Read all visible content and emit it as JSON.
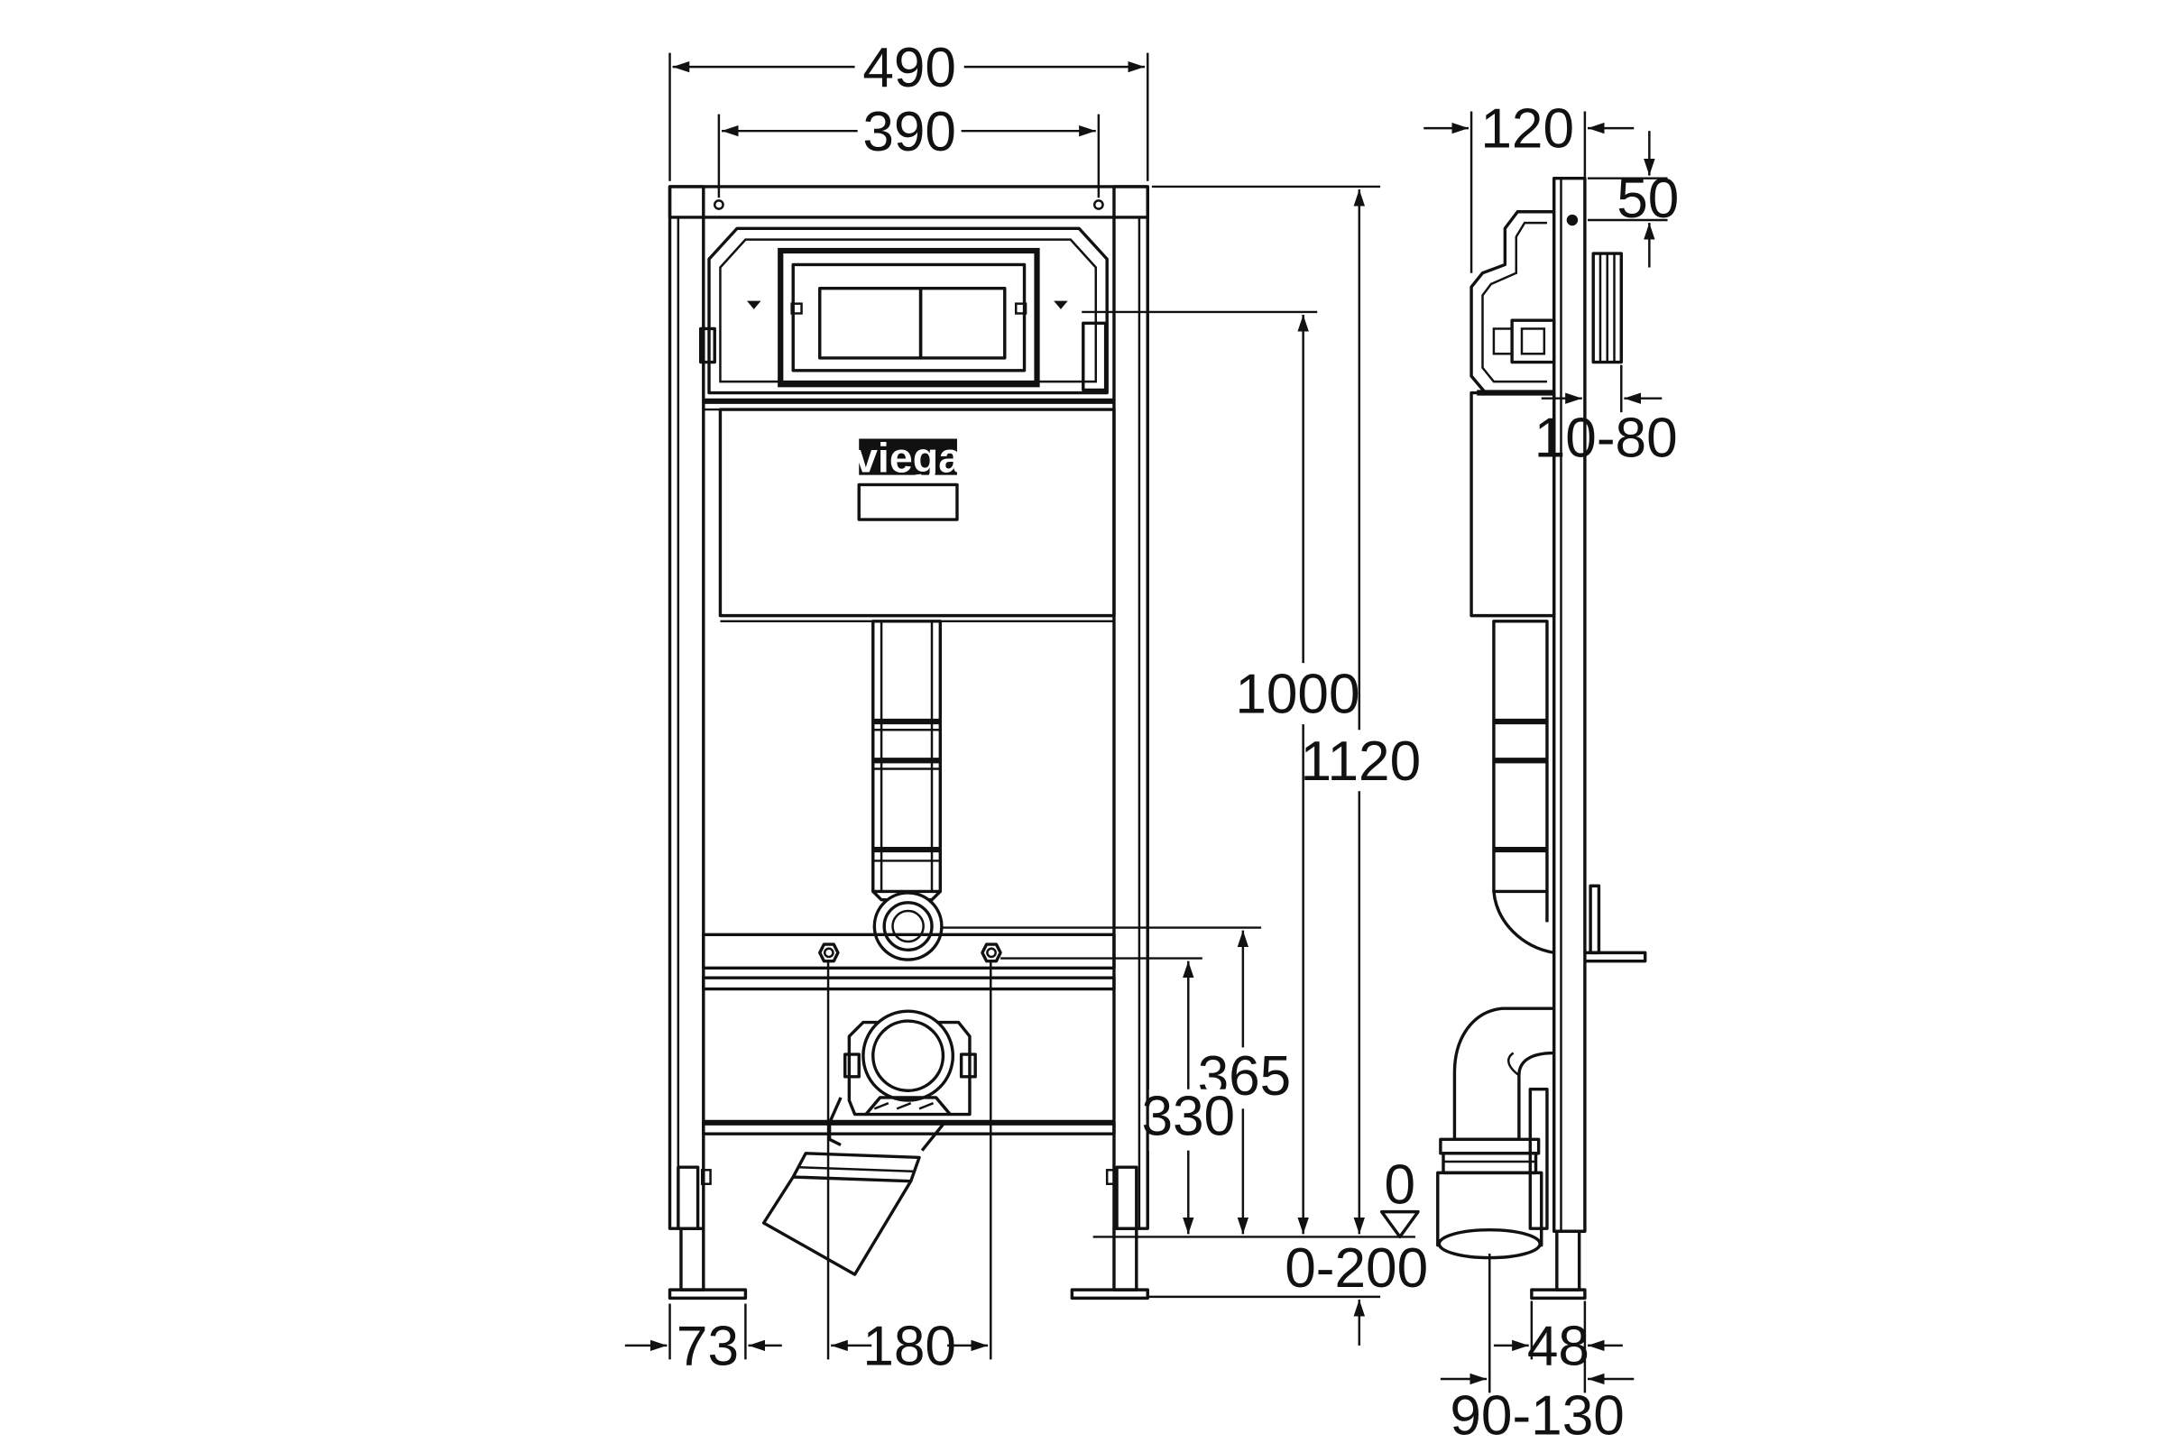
{
  "colors": {
    "line": "#111111",
    "background": "#ffffff"
  },
  "brand": {
    "logo": "viega"
  },
  "dimensions": {
    "frame_width": "490",
    "fixing_spacing": "390",
    "height_total": "1120",
    "height_actuation": "1000",
    "height_365": "365",
    "height_330": "330",
    "floor_level": "0",
    "leg_adjust": "0-200",
    "foot_width": "73",
    "bolt_spacing": "180",
    "depth_120": "120",
    "offset_50": "50",
    "wall_10_80": "10-80",
    "side_48": "48",
    "pipe_90_130": "90-130"
  }
}
